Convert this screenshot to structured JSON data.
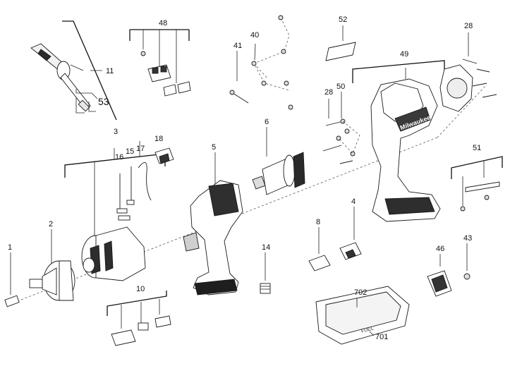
{
  "callouts": {
    "c1": "1",
    "c2": "2",
    "c3": "3",
    "c4": "4",
    "c5": "5",
    "c6": "6",
    "c8": "8",
    "c10": "10",
    "c11": "11",
    "c14": "14",
    "c15": "15",
    "c16": "16",
    "c17": "17",
    "c18": "18",
    "c28a": "28",
    "c28b": "28",
    "c40": "40",
    "c41": "41",
    "c43": "43",
    "c46": "46",
    "c48": "48",
    "c49": "49",
    "c50": "50",
    "c51": "51",
    "c52": "52",
    "c53": "53",
    "c701": "701",
    "c702": "702"
  },
  "markings": {
    "housing_brand": "Milwaukee",
    "brush_brand": "FUEL"
  }
}
